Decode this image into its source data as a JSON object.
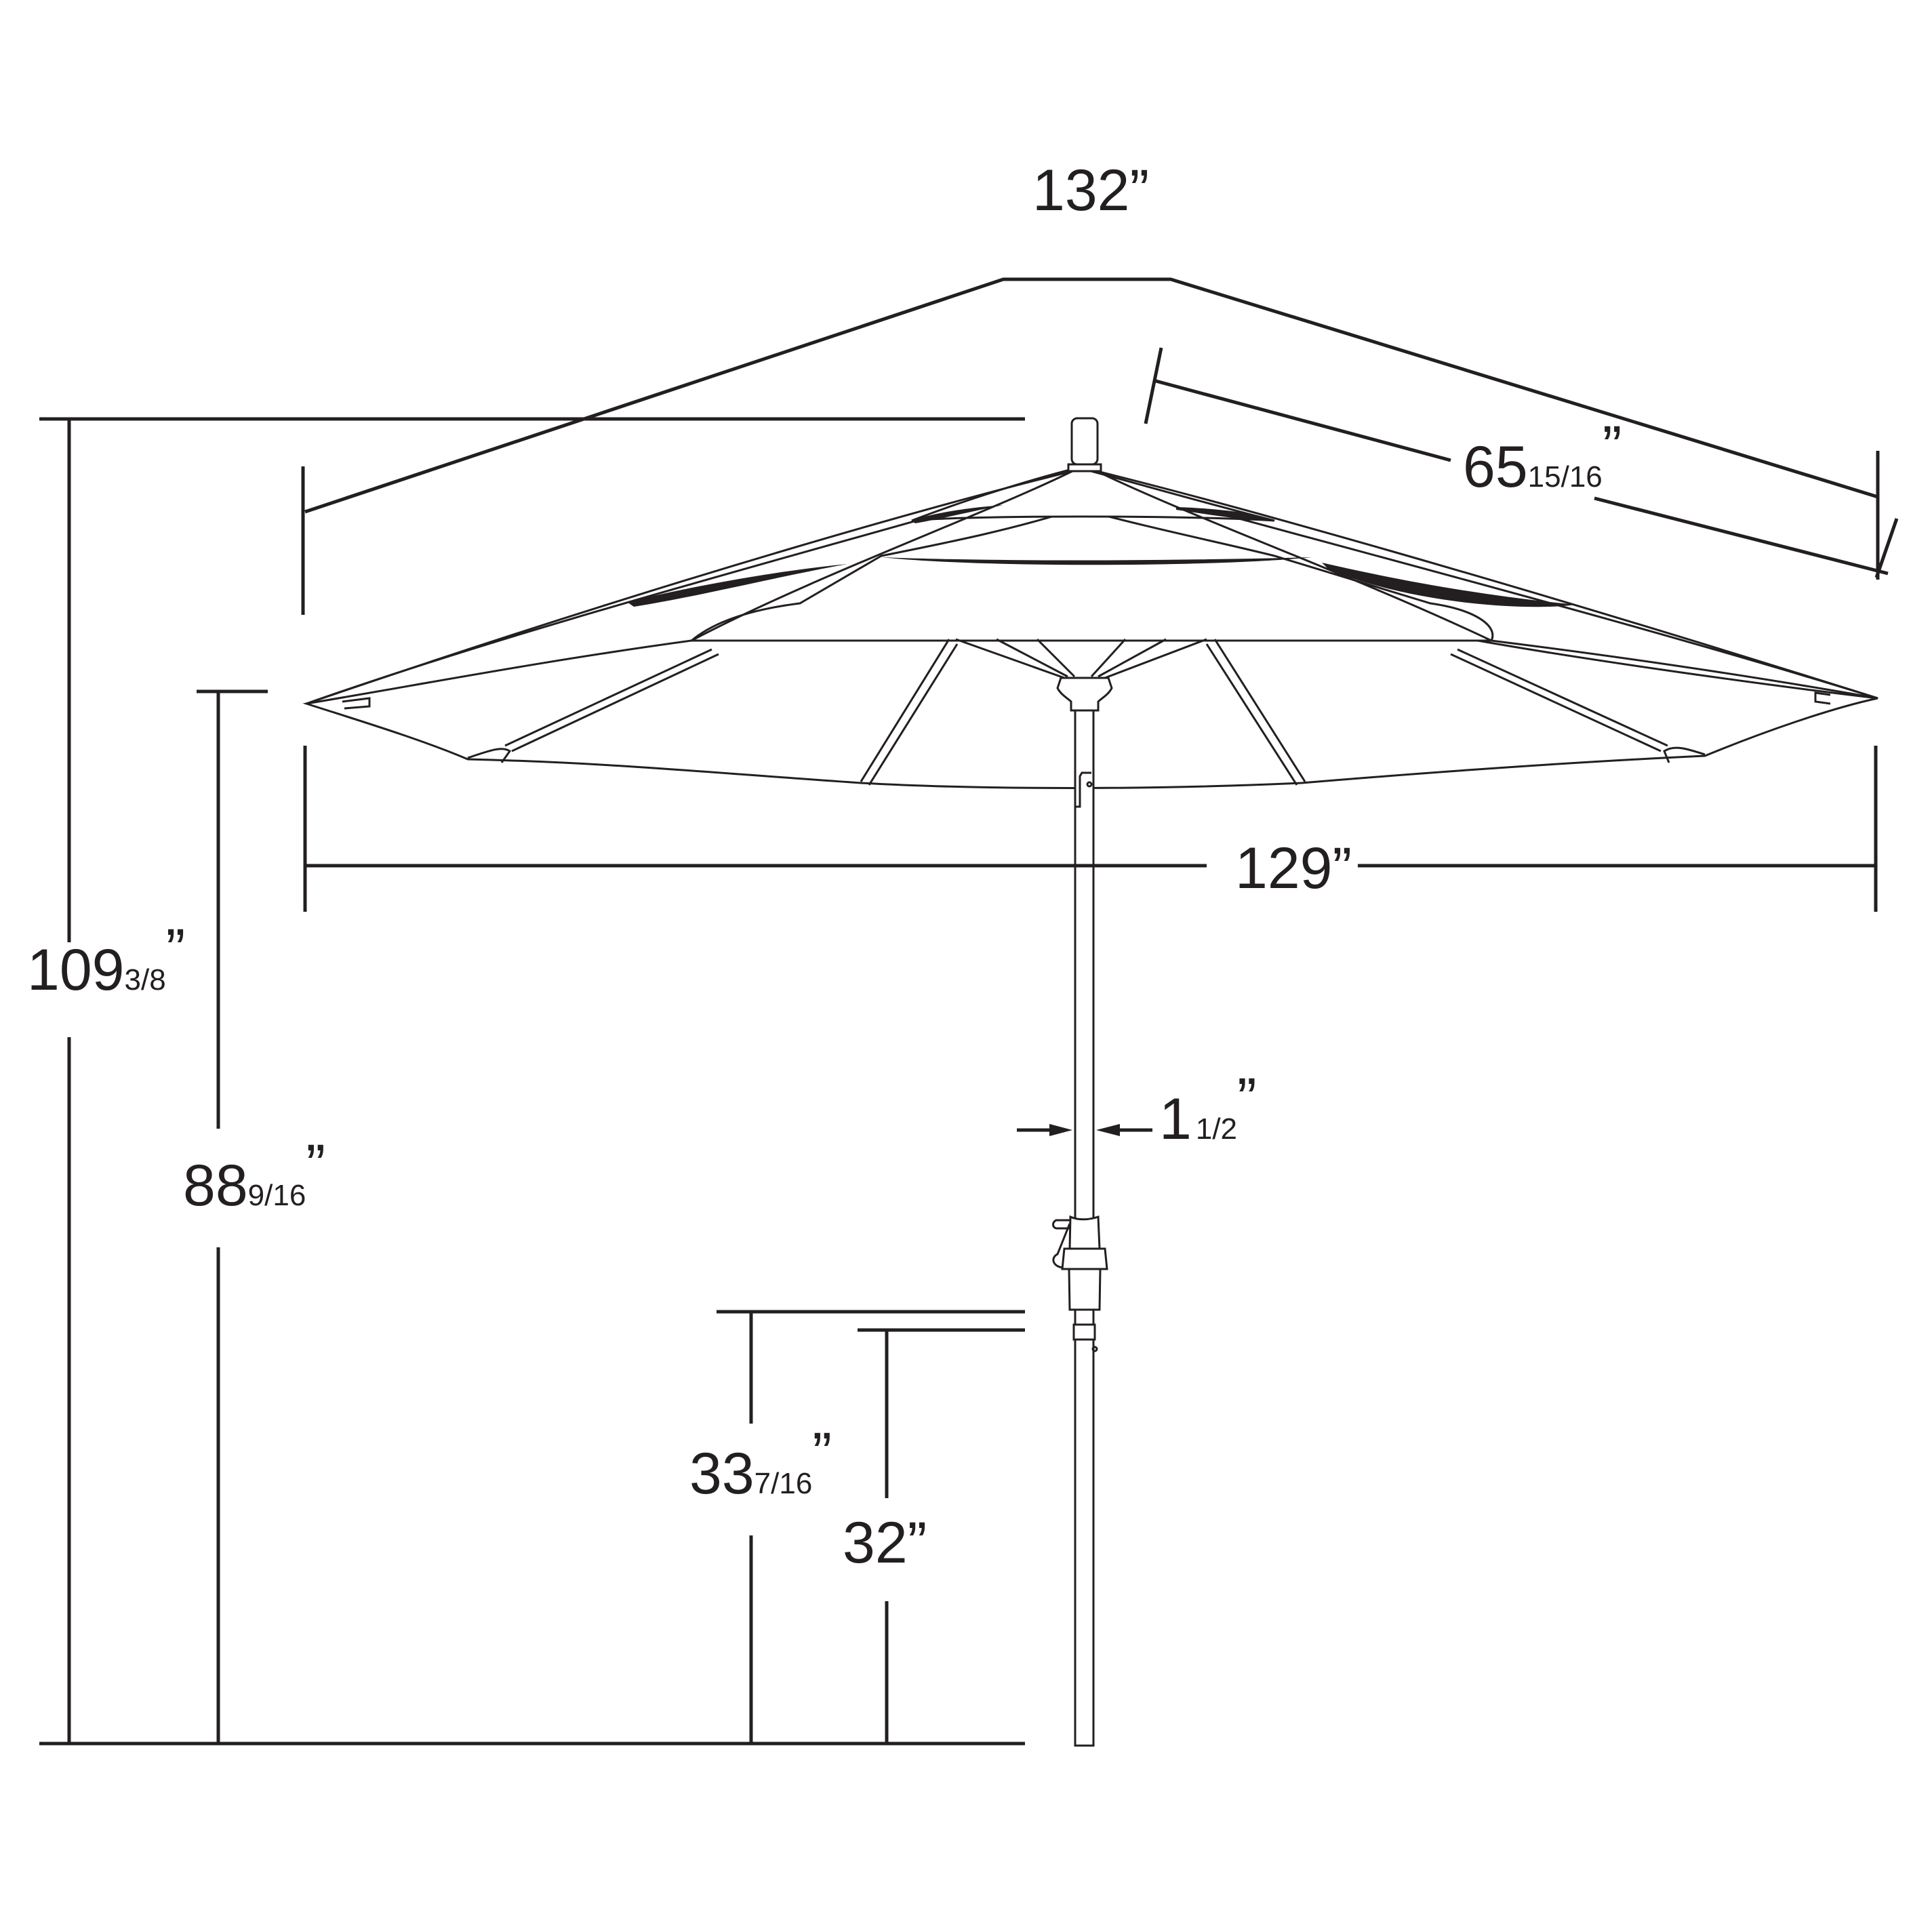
{
  "diagram": {
    "subject": "Patio umbrella dimension drawing",
    "line_color": "#231f20",
    "background": "#ffffff",
    "dimensions": {
      "rib_span_top": {
        "whole": "132",
        "fraction": "",
        "unit": "”"
      },
      "rib_length": {
        "whole": "65",
        "fraction": "15/16",
        "unit": "”"
      },
      "canopy_width": {
        "whole": "129",
        "fraction": "",
        "unit": "”"
      },
      "overall_height": {
        "whole": "109",
        "fraction": "3/8",
        "unit": "”"
      },
      "canopy_clearance": {
        "whole": "88",
        "fraction": "9/16",
        "unit": "”"
      },
      "pole_diameter": {
        "whole": "1",
        "fraction": "1/2",
        "unit": "”"
      },
      "crank_height": {
        "whole": "33",
        "fraction": "7/16",
        "unit": "”"
      },
      "lower_joint_height": {
        "whole": "32",
        "fraction": "",
        "unit": "”"
      }
    },
    "parts": [
      "finial",
      "vented canopy",
      "ribs",
      "hub",
      "pole",
      "tilt collar",
      "crank",
      "pole joint"
    ]
  }
}
